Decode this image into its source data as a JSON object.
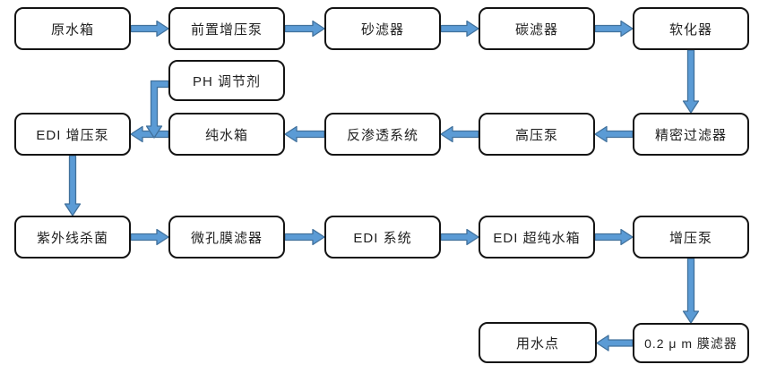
{
  "diagram": {
    "type": "flowchart",
    "description": "EDI ultrapure water treatment process flow",
    "colors": {
      "arrow_fill": "#5B9BD5",
      "arrow_outline": "#41719C",
      "box_border": "#141414",
      "box_background": "#ffffff",
      "text": "#1f1f1f"
    },
    "nodes": [
      {
        "id": "raw_water_tank",
        "label": "原水箱"
      },
      {
        "id": "pre_booster_pump",
        "label": "前置增压泵"
      },
      {
        "id": "sand_filter",
        "label": "砂滤器"
      },
      {
        "id": "carbon_filter",
        "label": "碳滤器"
      },
      {
        "id": "softener",
        "label": "软化器"
      },
      {
        "id": "ph_adjuster",
        "label": "PH 调节剂"
      },
      {
        "id": "edi_booster_pump",
        "label": "EDI 增压泵"
      },
      {
        "id": "pure_water_tank",
        "label": "纯水箱"
      },
      {
        "id": "ro_system",
        "label": "反渗透系统"
      },
      {
        "id": "high_pressure_pump",
        "label": "高压泵"
      },
      {
        "id": "precision_filter",
        "label": "精密过滤器"
      },
      {
        "id": "uv_sterilizer",
        "label": "紫外线杀菌"
      },
      {
        "id": "micro_membrane_filter",
        "label": "微孔膜滤器"
      },
      {
        "id": "edi_system",
        "label": "EDI 系统"
      },
      {
        "id": "edi_ultrapure_tank",
        "label": "EDI 超纯水箱"
      },
      {
        "id": "booster_pump",
        "label": "增压泵"
      },
      {
        "id": "water_use_point",
        "label": "用水点"
      },
      {
        "id": "membrane_filter_02um",
        "label": "0.2 μ m 膜滤器"
      }
    ],
    "edges": [
      {
        "from": "raw_water_tank",
        "to": "pre_booster_pump"
      },
      {
        "from": "pre_booster_pump",
        "to": "sand_filter"
      },
      {
        "from": "sand_filter",
        "to": "carbon_filter"
      },
      {
        "from": "carbon_filter",
        "to": "softener"
      },
      {
        "from": "softener",
        "to": "precision_filter"
      },
      {
        "from": "precision_filter",
        "to": "high_pressure_pump"
      },
      {
        "from": "high_pressure_pump",
        "to": "ro_system"
      },
      {
        "from": "ro_system",
        "to": "pure_water_tank"
      },
      {
        "from": "pure_water_tank",
        "to": "edi_booster_pump"
      },
      {
        "from": "ph_adjuster",
        "to": "pure_water_tank",
        "type": "dose-line"
      },
      {
        "from": "edi_booster_pump",
        "to": "uv_sterilizer"
      },
      {
        "from": "uv_sterilizer",
        "to": "micro_membrane_filter"
      },
      {
        "from": "micro_membrane_filter",
        "to": "edi_system"
      },
      {
        "from": "edi_system",
        "to": "edi_ultrapure_tank"
      },
      {
        "from": "edi_ultrapure_tank",
        "to": "booster_pump"
      },
      {
        "from": "booster_pump",
        "to": "membrane_filter_02um"
      },
      {
        "from": "membrane_filter_02um",
        "to": "water_use_point"
      }
    ]
  }
}
